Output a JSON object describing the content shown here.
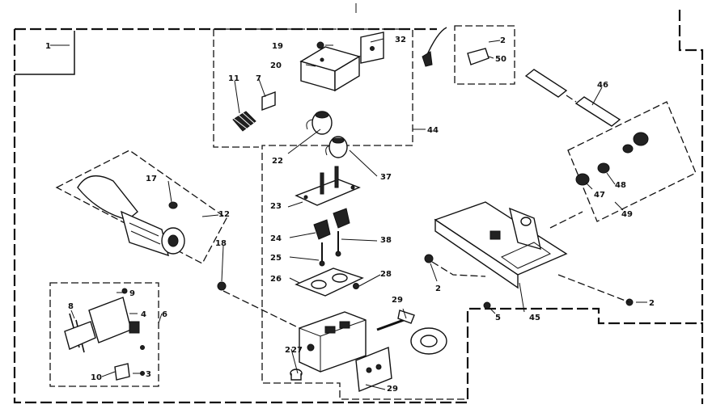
{
  "diagram": {
    "callouts": [
      "1",
      "2",
      "2",
      "2",
      "2",
      "3",
      "4",
      "5",
      "6",
      "7",
      "8",
      "9",
      "10",
      "11",
      "12",
      "17",
      "18",
      "19",
      "20",
      "22",
      "23",
      "24",
      "25",
      "26",
      "27",
      "28",
      "29",
      "29",
      "32",
      "37",
      "38",
      "44",
      "45",
      "46",
      "47",
      "48",
      "49",
      "50"
    ]
  }
}
